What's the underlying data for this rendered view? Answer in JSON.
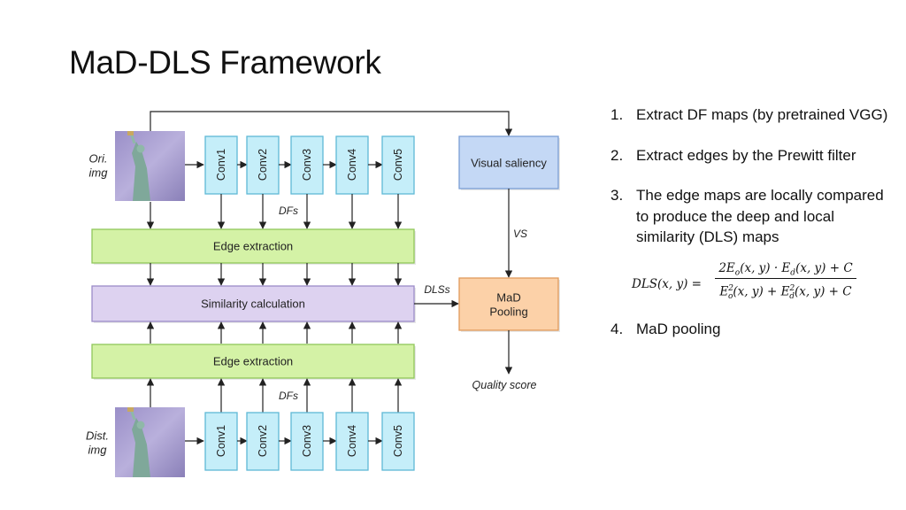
{
  "title": "MaD-DLS Framework",
  "diagram": {
    "ori_label": "Ori.\nimg",
    "dist_label": "Dist.\nimg",
    "top_convs": [
      "Conv1",
      "Conv2",
      "Conv3",
      "Conv4",
      "Conv5"
    ],
    "bottom_convs": [
      "Conv1",
      "Conv2",
      "Conv3",
      "Conv4",
      "Conv5"
    ],
    "dfs_top": "DFs",
    "dfs_bottom": "DFs",
    "edge_top": "Edge extraction",
    "edge_bottom": "Edge extraction",
    "similarity": "Similarity calculation",
    "visual_saliency": "Visual saliency",
    "vs_label": "VS",
    "dlss_label": "DLSs",
    "mad_pooling": "MaD\nPooling",
    "quality_score": "Quality score",
    "colors": {
      "conv_fill": "#c5eef9",
      "conv_stroke": "#5fb8d6",
      "edge_fill": "#d4f2a6",
      "edge_stroke": "#8fc75a",
      "sim_fill": "#ddd2f0",
      "sim_stroke": "#9c8cc8",
      "vs_fill": "#c4d8f5",
      "vs_stroke": "#7a9fd4",
      "mad_fill": "#fcd1a8",
      "mad_stroke": "#e09a5c"
    }
  },
  "steps": [
    {
      "num": "1.",
      "text": "Extract DF maps (by pretrained VGG)"
    },
    {
      "num": "2.",
      "text": "Extract edges by the Prewitt filter"
    },
    {
      "num": "3.",
      "text": "The edge maps are locally compared to produce the deep and local similarity (DLS) maps"
    },
    {
      "num": "4.",
      "text": "MaD pooling"
    }
  ],
  "formula": {
    "lhs": "DLS(x, y) =",
    "numerator": "2Eₒ(x, y) · E_d(x, y) + C",
    "denominator": "Eₒ²(x, y) + E_d²(x, y) + C"
  }
}
